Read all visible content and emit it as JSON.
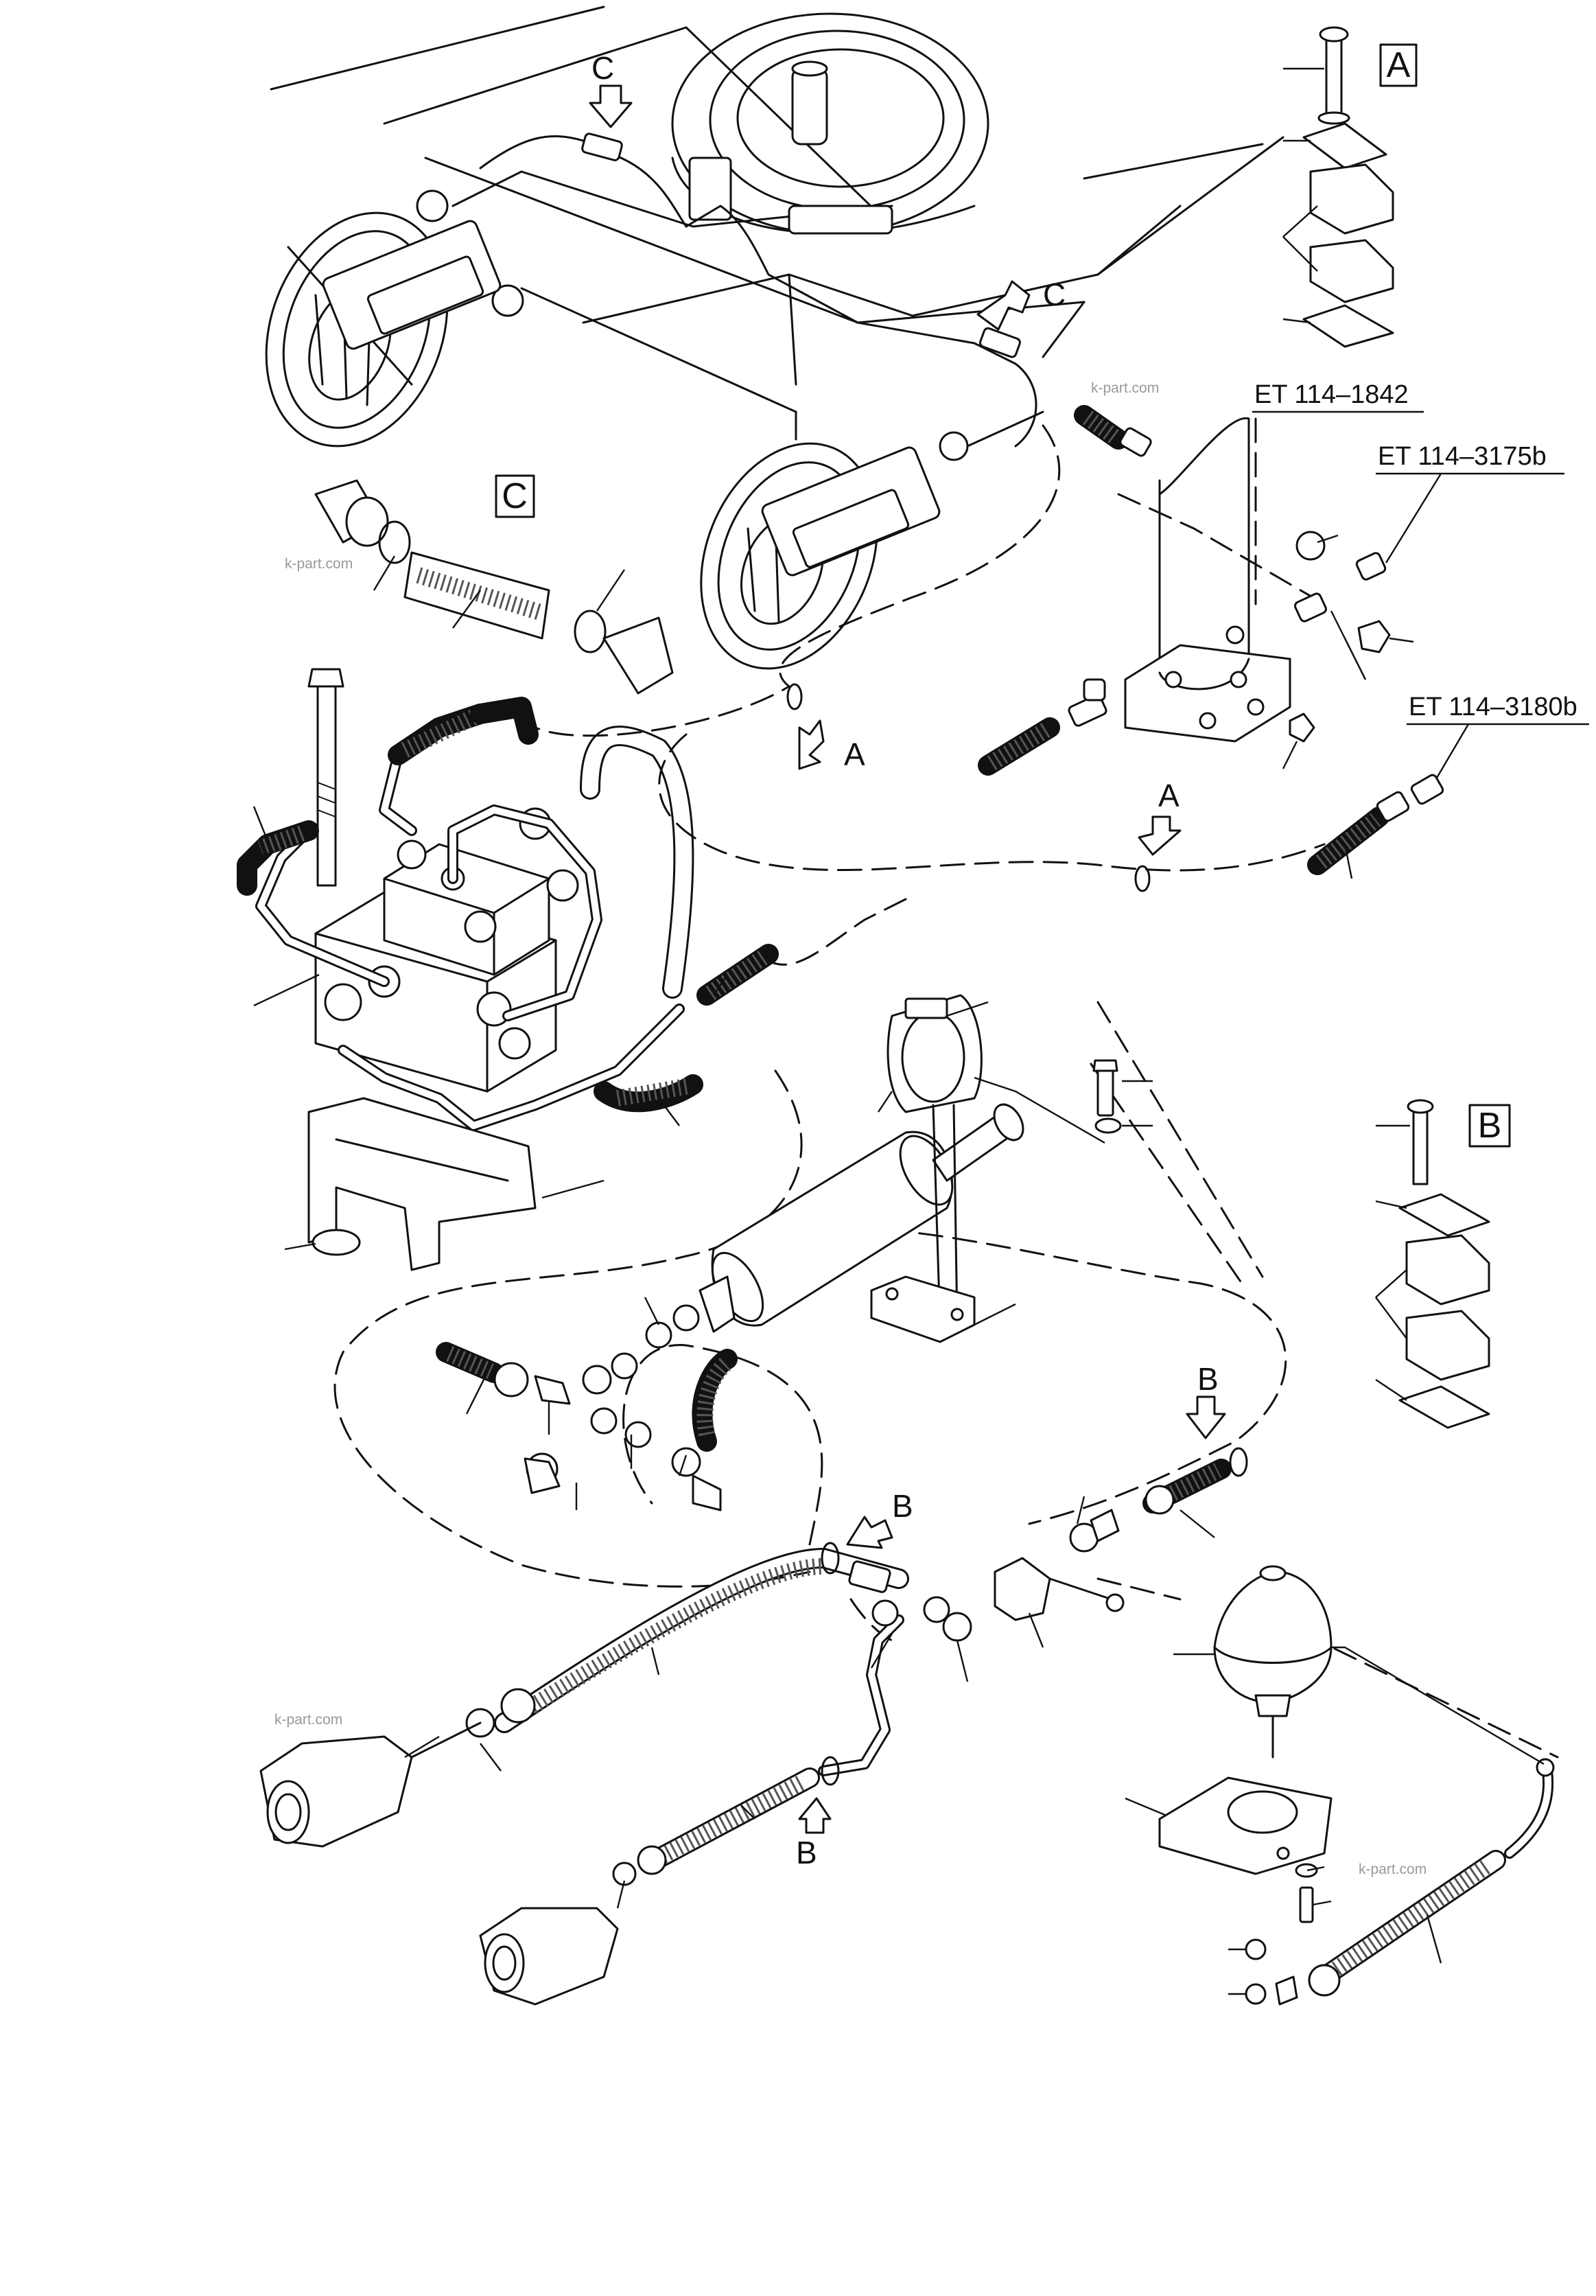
{
  "references": {
    "et_1842": "ET 114–1842",
    "et_3175b": "ET 114–3175b",
    "et_3180b": "ET 114–3180b"
  },
  "detail_boxes": {
    "a": "A",
    "b": "B",
    "c": "C"
  },
  "view_arrows": {
    "c_top": "C",
    "c_right": "C",
    "a_left": "A",
    "a_right": "A",
    "b_right": "B",
    "b_center": "B",
    "b_bottom": "B"
  },
  "watermarks": {
    "w1": "k-part.com",
    "w2": "k-part.com",
    "w3": "k-part.com",
    "w4": "k-part.com"
  }
}
